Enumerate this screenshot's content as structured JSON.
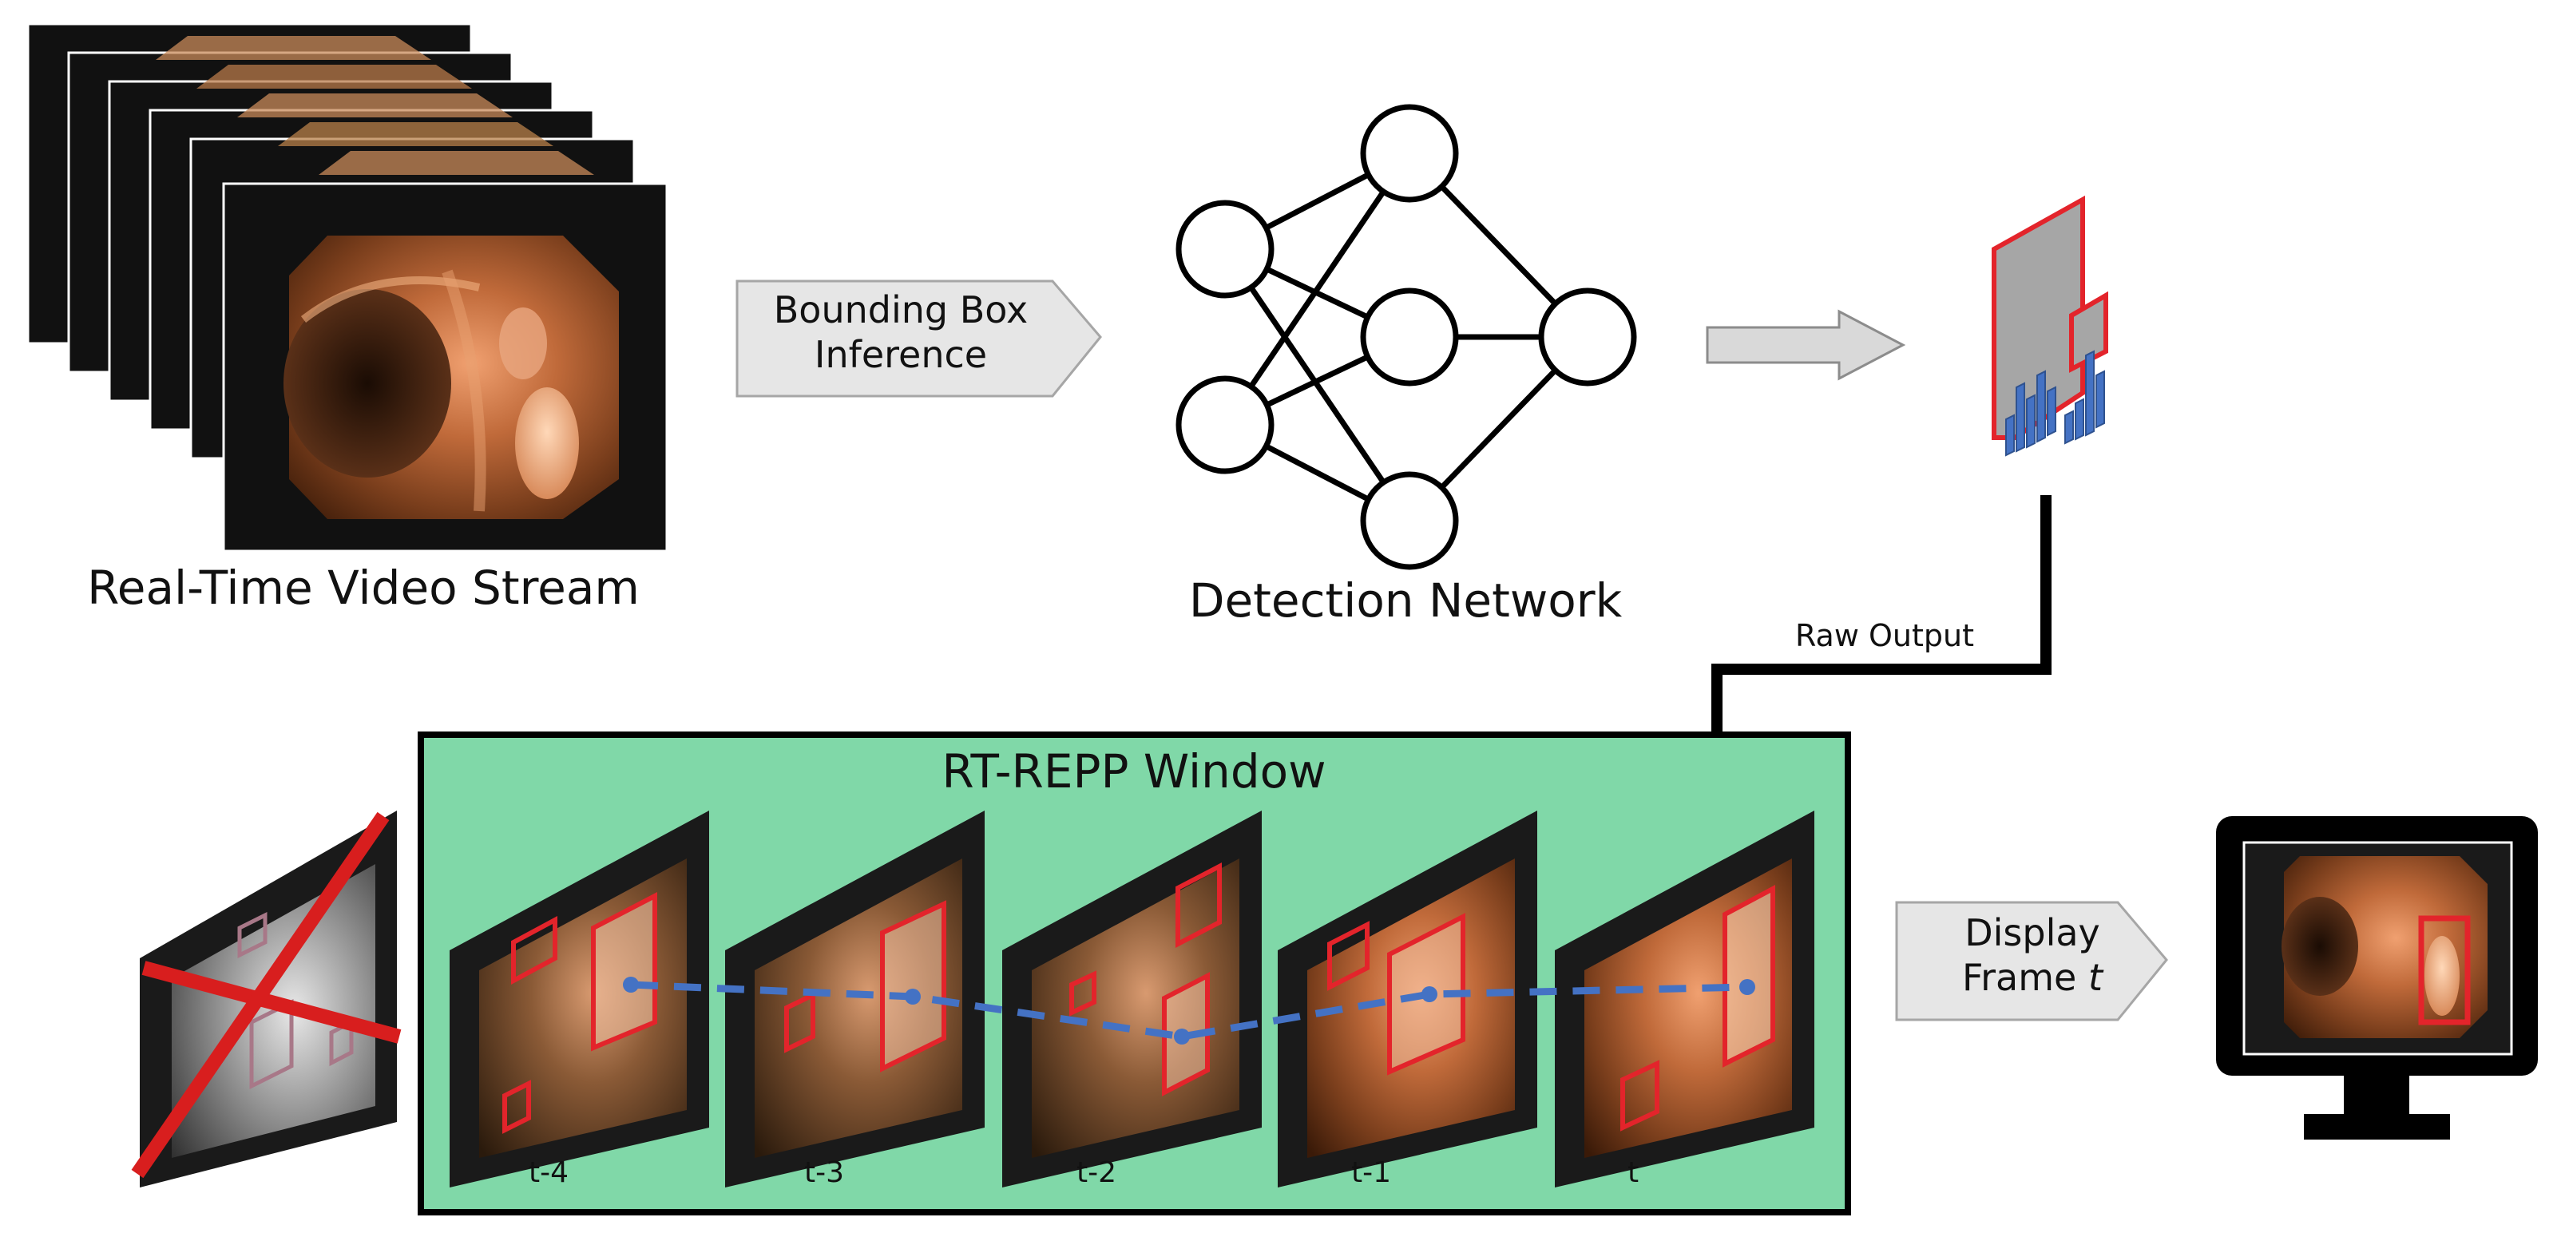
{
  "stream_label": "Real-Time Video Stream",
  "inference_label": {
    "line1": "Bounding Box",
    "line2": "Inference"
  },
  "network_label": "Detection Network",
  "raw_output_label": "Raw Output",
  "window_title": "RT-REPP Window",
  "frame_labels": [
    "t-4",
    "t-3",
    "t-2",
    "t-1",
    "t"
  ],
  "display_label": {
    "line1": "Display",
    "line2_prefix": "Frame ",
    "line2_var": "t"
  },
  "colors": {
    "window_fill": "#80d8a8",
    "box_red": "#e3242b",
    "track_blue": "#4472c4",
    "arrow_gray": "#d9d9d9",
    "output_gray": "#a6a6a6"
  }
}
